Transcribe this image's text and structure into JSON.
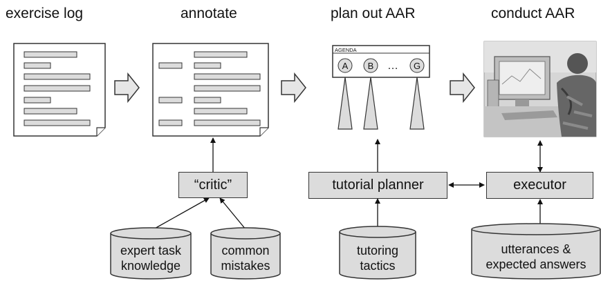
{
  "stages": [
    {
      "title": "exercise log"
    },
    {
      "title": "annotate"
    },
    {
      "title": "plan out AAR"
    },
    {
      "title": "conduct AAR"
    }
  ],
  "boxes": {
    "critic": "“critic”",
    "planner": "tutorial planner",
    "executor": "executor"
  },
  "databases": {
    "expert": {
      "line1": "expert task",
      "line2": "knowledge"
    },
    "mistakes": {
      "line1": "common",
      "line2": "mistakes"
    },
    "tactics": {
      "line1": "tutoring",
      "line2": "tactics"
    },
    "utterances": {
      "line1": "utterances &",
      "line2": "expected answers"
    }
  },
  "agenda": {
    "title": "AGENDA",
    "items": [
      "A",
      "B",
      "G"
    ],
    "ellipsis": "…"
  },
  "colors": {
    "fill": "#dcdcdc",
    "stroke": "#333333",
    "arrow_fill": "#e6e6e6"
  }
}
